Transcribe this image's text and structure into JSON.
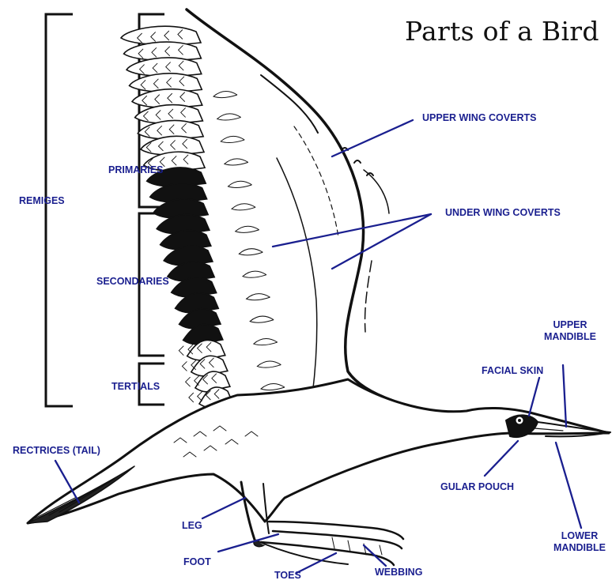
{
  "title": "Parts of a Bird",
  "colors": {
    "label": "#1a1f8f",
    "leader": "#1a1f8f",
    "ink": "#111111",
    "background": "#ffffff"
  },
  "labels": {
    "remiges": "REMIGES",
    "primaries": "PRIMARIES",
    "secondaries": "SECONDARIES",
    "tertials": "TERTIALS",
    "upper_wing_coverts": "UPPER WING COVERTS",
    "under_wing_coverts": "UNDER WING COVERTS",
    "upper_mandible_1": "UPPER",
    "upper_mandible_2": "MANDIBLE",
    "facial_skin": "FACIAL SKIN",
    "rectrices": "RECTRICES (TAIL)",
    "gular_pouch": "GULAR POUCH",
    "lower_mandible_1": "LOWER",
    "lower_mandible_2": "MANDIBLE",
    "leg": "LEG",
    "foot": "FOOT",
    "toes": "TOES",
    "webbing": "WEBBING"
  }
}
